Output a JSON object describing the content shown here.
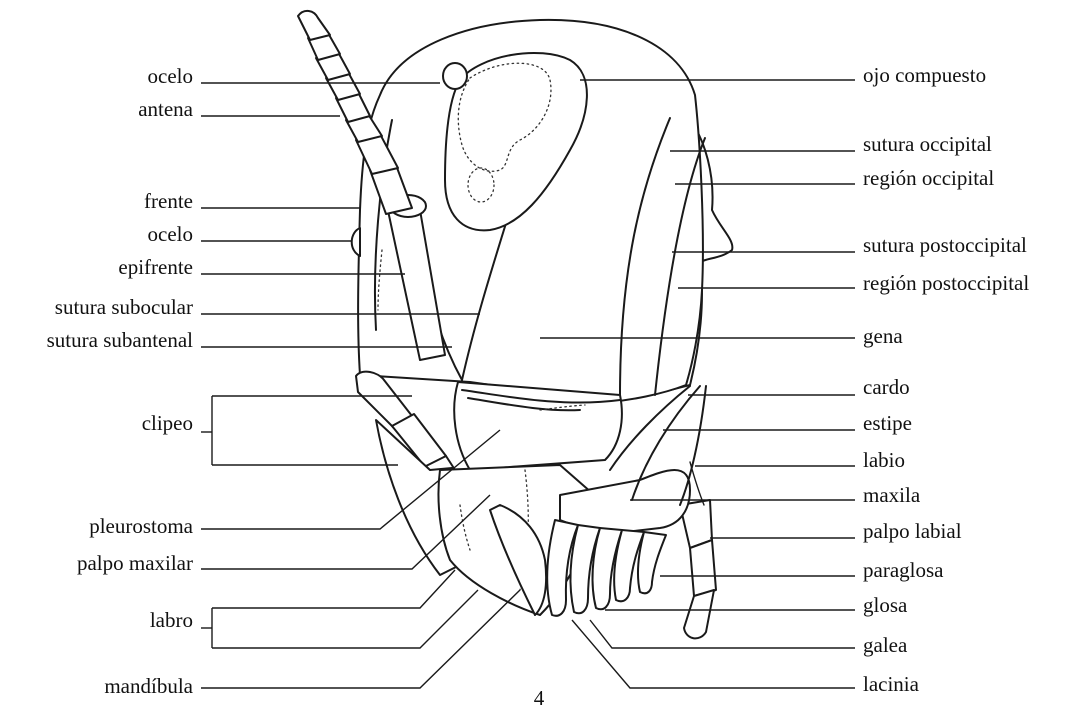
{
  "figure_number": "4",
  "labels": {
    "left": {
      "ocelo_top": "ocelo",
      "antena": "antena",
      "frente": "frente",
      "ocelo_lateral": "ocelo",
      "epifrente": "epifrente",
      "sutura_subocular": "sutura subocular",
      "sutura_subantenal": "sutura subantenal",
      "clipeo": "clipeo",
      "pleurostoma": "pleurostoma",
      "palpo_maxilar": "palpo maxilar",
      "labro": "labro",
      "mandibula": "mandíbula"
    },
    "right": {
      "ojo_compuesto": "ojo compuesto",
      "sutura_occipital": "sutura occipital",
      "region_occipital": "región occipital",
      "sutura_postoccipital": "sutura postoccipital",
      "region_postoccipital": "región postoccipital",
      "gena": "gena",
      "cardo": "cardo",
      "estipe": "estipe",
      "labio": "labio",
      "maxila": "maxila",
      "palpo_labial": "palpo labial",
      "paraglosa": "paraglosa",
      "glosa": "glosa",
      "galea": "galea",
      "lacinia": "lacinia"
    }
  }
}
